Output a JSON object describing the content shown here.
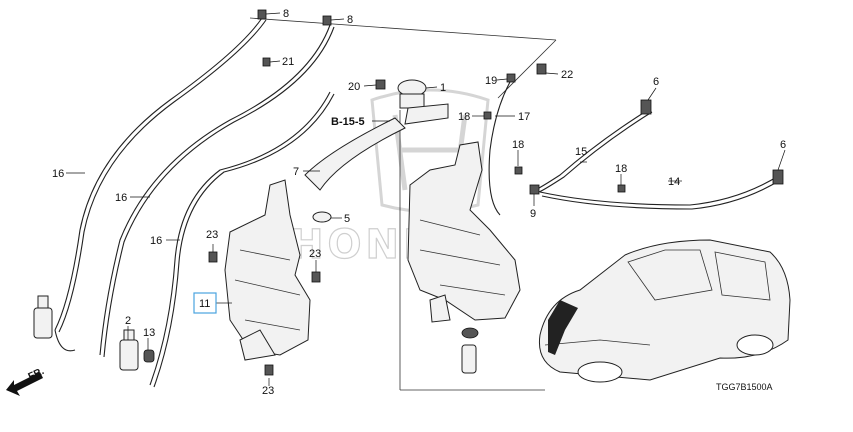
{
  "callouts": {
    "c8a": "8",
    "c8b": "8",
    "c21": "21",
    "c20": "20",
    "c1": "1",
    "c19": "19",
    "c22": "22",
    "c6a": "6",
    "c17": "17",
    "c18a": "18",
    "c18b": "18",
    "c18c": "18",
    "c15": "15",
    "c6b": "6",
    "c14": "14",
    "c9": "9",
    "c7": "7",
    "c5": "5",
    "c16a": "16",
    "c16b": "16",
    "c16c": "16",
    "c23a": "23",
    "c23b": "23",
    "c23c": "23",
    "c11": "11",
    "c2": "2",
    "c13": "13"
  },
  "reference": "B-15-5",
  "front_marker": "FR.",
  "diagram_code": "TGG7B1500A",
  "watermark": "HONDA"
}
